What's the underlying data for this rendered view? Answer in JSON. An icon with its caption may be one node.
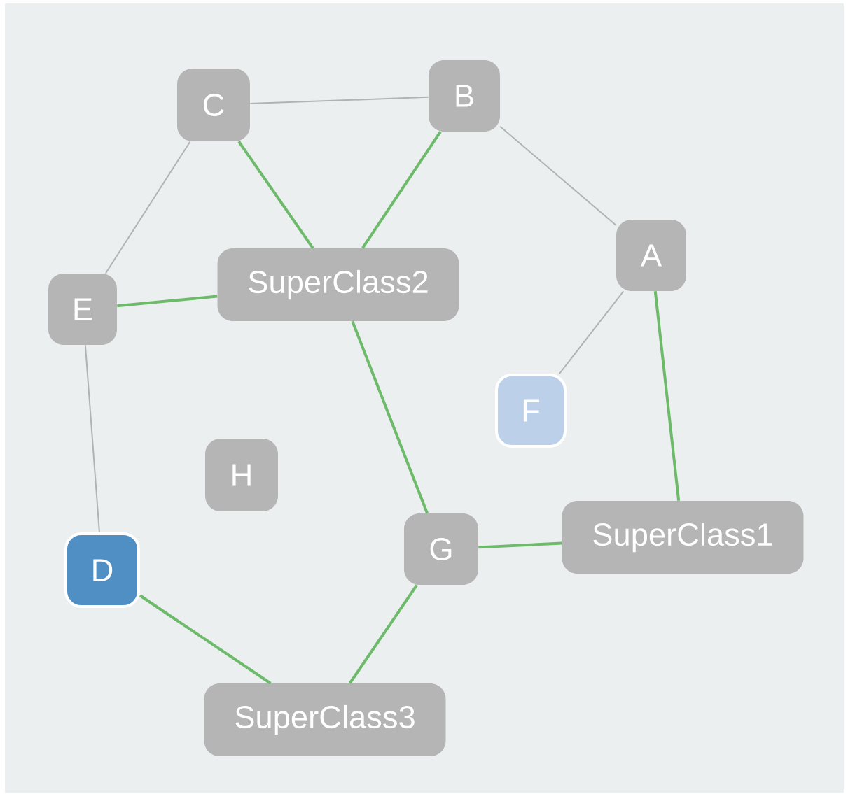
{
  "diagram": {
    "nodes": [
      {
        "text": [
          "C"
        ]
      },
      {
        "text": [
          "B"
        ]
      },
      {
        "text": [
          "A"
        ]
      },
      {
        "text": [
          "E"
        ]
      },
      {
        "text": [
          "SuperClass2"
        ]
      },
      {
        "text": [
          "F"
        ]
      },
      {
        "text": [
          "H"
        ]
      },
      {
        "text": [
          "D"
        ]
      },
      {
        "text": [
          "G"
        ]
      },
      {
        "text": [
          "SuperClass1"
        ]
      },
      {
        "text": [
          "SuperClass3"
        ]
      }
    ],
    "edges": [
      {
        "from": 0,
        "to": 1,
        "arrow": "none",
        "color": "#b0b3b3"
      },
      {
        "from": 1,
        "to": 2,
        "arrow": "none",
        "color": "#b0b3b3"
      },
      {
        "from": 0,
        "to": 3,
        "arrow": "none",
        "color": "#b0b3b3"
      },
      {
        "from": 2,
        "to": 5,
        "arrow": "none",
        "color": "#b0b3b3"
      },
      {
        "from": 3,
        "to": 7,
        "arrow": "none",
        "color": "#b0b3b3"
      },
      {
        "from": 0,
        "to": 4,
        "arrow": "none"
      },
      {
        "from": 1,
        "to": 4,
        "arrow": "none"
      },
      {
        "from": 3,
        "to": 4,
        "arrow": "none"
      },
      {
        "from": 4,
        "to": 8,
        "arrow": "none"
      },
      {
        "from": 2,
        "to": 9,
        "arrow": "none"
      },
      {
        "from": 8,
        "to": 9,
        "arrow": "none"
      },
      {
        "from": 7,
        "to": 10,
        "arrow": "none"
      },
      {
        "from": 8,
        "to": 10,
        "arrow": "none"
      }
    ]
  }
}
